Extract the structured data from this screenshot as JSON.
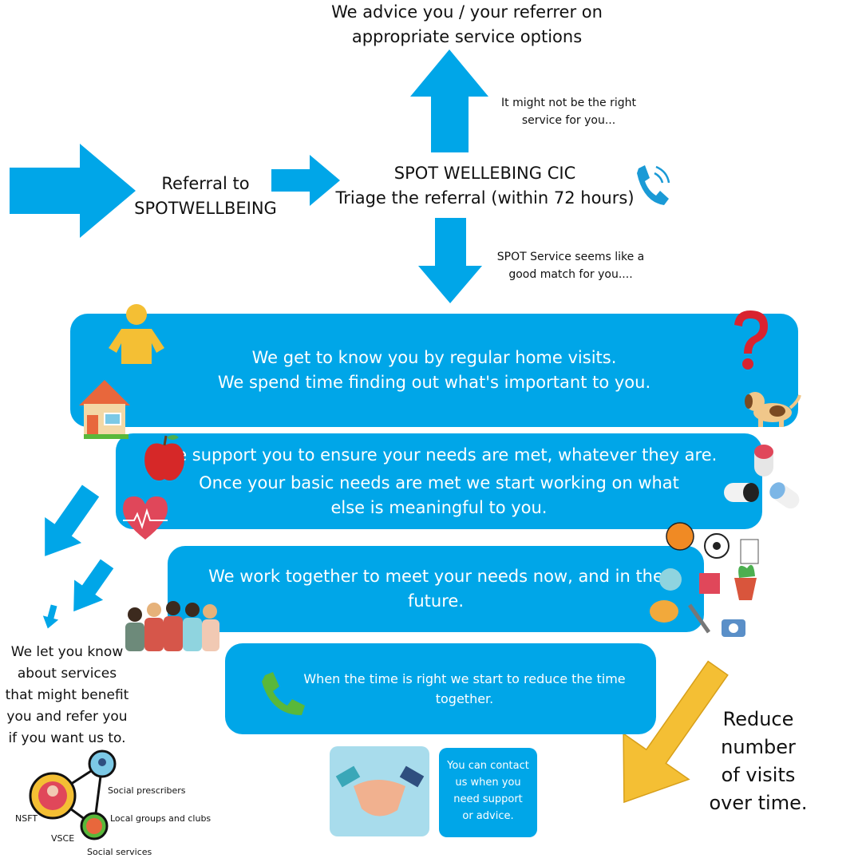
{
  "top": {
    "advice_line1": "We advice you / your referrer on",
    "advice_line2": "appropriate service options",
    "not_right_line1": "It might not be the right",
    "not_right_line2": "service for you...",
    "referral_line1": "Referral to",
    "referral_line2": "SPOTWELLBEING",
    "triage_line1": "SPOT WELLEBING CIC",
    "triage_line2": "Triage the referral (within 72 hours)",
    "match_line1": "SPOT Service seems like a",
    "match_line2": "good match for you...."
  },
  "panels": {
    "know_line1": "We get to know you by regular home visits.",
    "know_line2": "We spend time finding out what's important to you.",
    "support_line1": "We support you to ensure your needs are met, whatever they are.",
    "support_line2": "Once your basic needs are met we start working on what",
    "support_line3": "else is meaningful to you.",
    "together_line1": "We work together to meet your needs now, and in the",
    "together_line2": "future.",
    "reduce_line1": "When the time is right we start to reduce the time",
    "reduce_line2": "together."
  },
  "contact": {
    "line1": "You can contact",
    "line2": "us when you",
    "line3": "need support",
    "line4": "or advice."
  },
  "left": {
    "line1": "We let you know",
    "line2": "about services",
    "line3": "that might benefit",
    "line4": "you and refer you",
    "line5": "if you want us to."
  },
  "right": {
    "line1": "Reduce",
    "line2": "number",
    "line3": "of visits",
    "line4": "over time."
  },
  "network": {
    "social_prescribers": "Social prescribers",
    "local_groups": "Local groups and clubs",
    "nsft": "NSFT",
    "vsce": "VSCE",
    "social_services": "Social services"
  },
  "colors": {
    "blue": "#00a6e8",
    "yellow": "#f4bf34",
    "phone_green": "#59b83a",
    "question_red": "#d9232f",
    "handshake_bg": "#a8dcec"
  },
  "icons": [
    "phone-icon",
    "person-icon",
    "house-icon",
    "question-icon",
    "dog-icon",
    "apple-icon",
    "heart-icon",
    "pill-icon",
    "hobbies-icons",
    "people-group-icon",
    "green-phone-icon",
    "handshake-icon",
    "network-icon"
  ]
}
